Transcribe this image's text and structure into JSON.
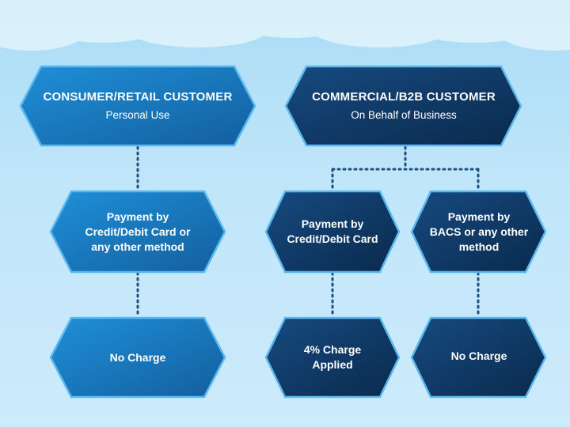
{
  "colors": {
    "consumer_path": "#1a7bc4",
    "commercial_path": "#0f3a66",
    "hex_border": "#5ab8ef",
    "connector": "#1d4f7f"
  },
  "nodes": {
    "consumer": {
      "title": "CONSUMER/RETAIL CUSTOMER",
      "subtitle": "Personal Use"
    },
    "commercial": {
      "title": "COMMERCIAL/B2B CUSTOMER",
      "subtitle": "On Behalf of Business"
    },
    "consumer_payment": {
      "lines": [
        "Payment by",
        "Credit/Debit Card or",
        "any other method"
      ]
    },
    "commercial_card": {
      "lines": [
        "Payment by",
        "Credit/Debit Card"
      ]
    },
    "commercial_bacs": {
      "lines": [
        "Payment by",
        "BACS or any other",
        "method"
      ]
    },
    "consumer_result": {
      "lines": [
        "No Charge"
      ]
    },
    "card_result": {
      "lines": [
        "4% Charge",
        "Applied"
      ]
    },
    "bacs_result": {
      "lines": [
        "No Charge"
      ]
    }
  }
}
